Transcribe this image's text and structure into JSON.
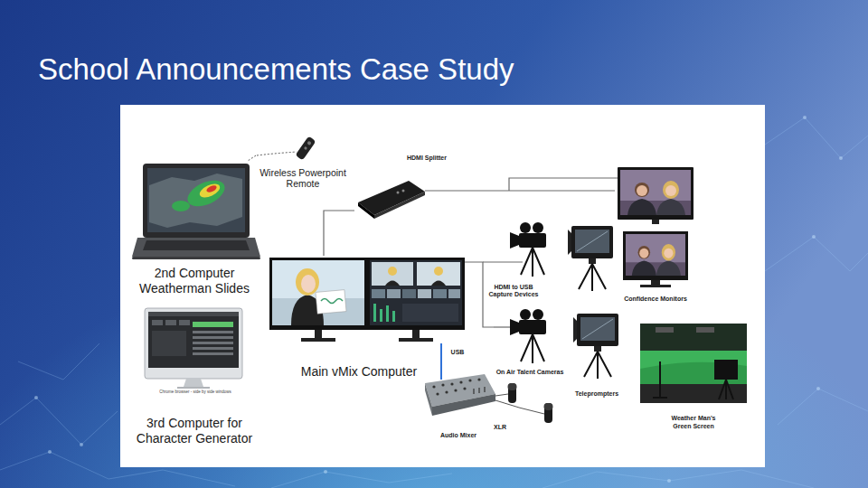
{
  "diagram": {
    "title": "School Announcements Case Study",
    "nodes": [
      {
        "text": [
          "Wireless Powerpoint Remote"
        ]
      },
      {
        "text": [
          "HDMI Splitter"
        ]
      },
      {
        "text": [
          "2nd Computer Weatherman Slides"
        ]
      },
      {
        "text": [
          "Main vMix Computer"
        ]
      },
      {
        "text": [
          "Confidence Monitors"
        ]
      },
      {
        "text": [
          "On Air Talent Cameras"
        ]
      },
      {
        "text": [
          "Teleprompters"
        ]
      },
      {
        "text": [
          "3rd Computer for Character Generator"
        ]
      },
      {
        "text": [
          "Audio Mixer"
        ]
      },
      {
        "text": [
          "Weather Man's Green Screen"
        ]
      }
    ],
    "edges": [
      {
        "from": 0,
        "to": 2,
        "arrow": "none"
      },
      {
        "from": 3,
        "to": 1,
        "arrow": "none"
      },
      {
        "from": 1,
        "to": 4,
        "arrow": "none"
      },
      {
        "from": 3,
        "to": 5,
        "label": "HDMI to USB Capture Devices",
        "arrow": "none"
      },
      {
        "from": 3,
        "to": 8,
        "label": "USB",
        "arrow": "none"
      }
    ],
    "labels": [
      "Chrome browser - side by side windows",
      "XLR"
    ]
  }
}
